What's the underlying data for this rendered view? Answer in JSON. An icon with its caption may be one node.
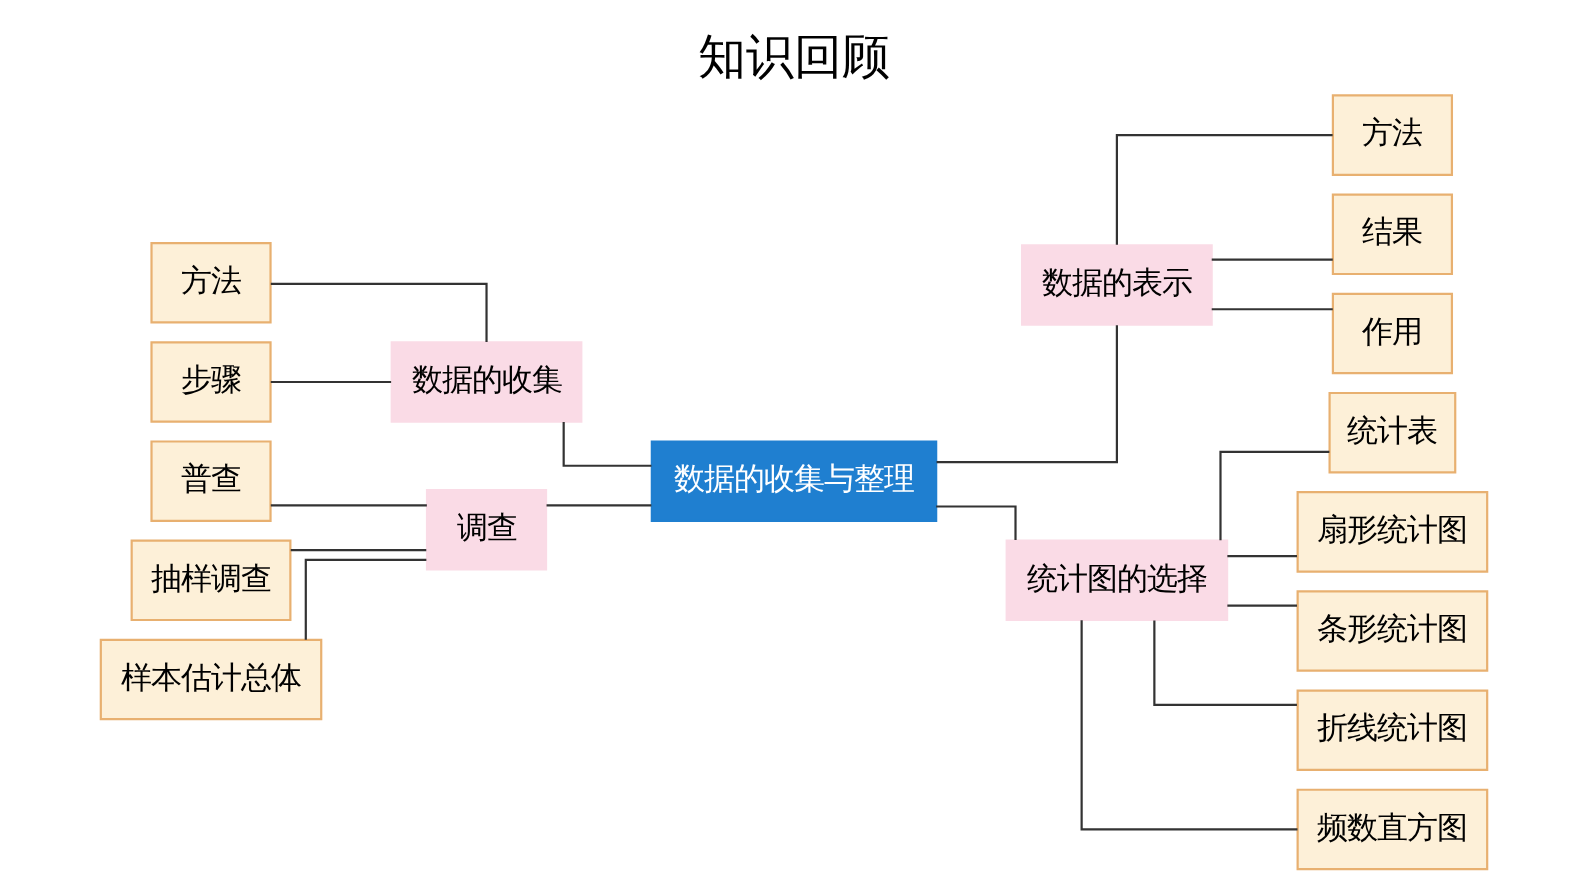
{
  "diagram": {
    "title": "知识回顾",
    "nodes": [
      {
        "text": [
          "数据的收集与整理"
        ]
      },
      {
        "text": [
          "数据的收集"
        ]
      },
      {
        "text": [
          "方法"
        ]
      },
      {
        "text": [
          "步骤"
        ]
      },
      {
        "text": [
          "调查"
        ]
      },
      {
        "text": [
          "普查"
        ]
      },
      {
        "text": [
          "抽样调查"
        ]
      },
      {
        "text": [
          "样本估计总体"
        ]
      },
      {
        "text": [
          "数据的表示"
        ]
      },
      {
        "text": [
          "方法"
        ]
      },
      {
        "text": [
          "结果"
        ]
      },
      {
        "text": [
          "作用"
        ]
      },
      {
        "text": [
          "统计图的选择"
        ]
      },
      {
        "text": [
          "统计表"
        ]
      },
      {
        "text": [
          "扇形统计图"
        ]
      },
      {
        "text": [
          "条形统计图"
        ]
      },
      {
        "text": [
          "折线统计图"
        ]
      },
      {
        "text": [
          "频数直方图"
        ]
      }
    ],
    "edges": [
      {
        "from": 2,
        "to": 1,
        "arrow": "none"
      },
      {
        "from": 3,
        "to": 1,
        "arrow": "none"
      },
      {
        "from": 1,
        "to": 0,
        "arrow": "none"
      },
      {
        "from": 5,
        "to": 4,
        "arrow": "none"
      },
      {
        "from": 6,
        "to": 4,
        "arrow": "none"
      },
      {
        "from": 7,
        "to": 4,
        "arrow": "none"
      },
      {
        "from": 4,
        "to": 0,
        "arrow": "none"
      },
      {
        "from": 0,
        "to": 8,
        "arrow": "none"
      },
      {
        "from": 8,
        "to": 9,
        "arrow": "none"
      },
      {
        "from": 8,
        "to": 10,
        "arrow": "none"
      },
      {
        "from": 8,
        "to": 11,
        "arrow": "none"
      },
      {
        "from": 0,
        "to": 12,
        "arrow": "none"
      },
      {
        "from": 12,
        "to": 13,
        "arrow": "none"
      },
      {
        "from": 12,
        "to": 14,
        "arrow": "none"
      },
      {
        "from": 12,
        "to": 15,
        "arrow": "none"
      },
      {
        "from": 12,
        "to": 16,
        "arrow": "none"
      },
      {
        "from": 12,
        "to": 17,
        "arrow": "none"
      }
    ]
  }
}
